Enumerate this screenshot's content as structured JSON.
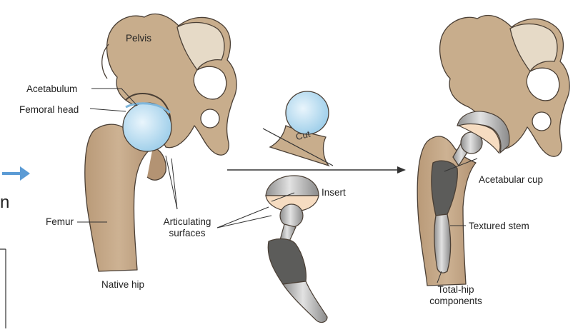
{
  "labels": {
    "pelvis": "Pelvis",
    "acetabulum": "Acetabulum",
    "femoral_head": "Femoral head",
    "femur": "Femur",
    "articulating_surfaces_line1": "Articulating",
    "articulating_surfaces_line2": "surfaces",
    "native_hip": "Native hip",
    "cut": "Cut",
    "insert": "Insert",
    "acetabular_cup": "Acetabular cup",
    "textured_stem": "Textured stem",
    "total_hip_line1": "Total-hip",
    "total_hip_line2": "components",
    "edge_fragment": "n"
  },
  "colors": {
    "bone": "#c8ad8c",
    "bone_light": "#e6dac7",
    "bone_dark": "#a8896a",
    "cartilage": "#bfe0f2",
    "metal": "#b9b9b9",
    "metal_dark": "#5c5c5a",
    "liner": "#f6dcc1",
    "arrow_blue": "#5b9bd5",
    "outline": "#4a3f35"
  }
}
